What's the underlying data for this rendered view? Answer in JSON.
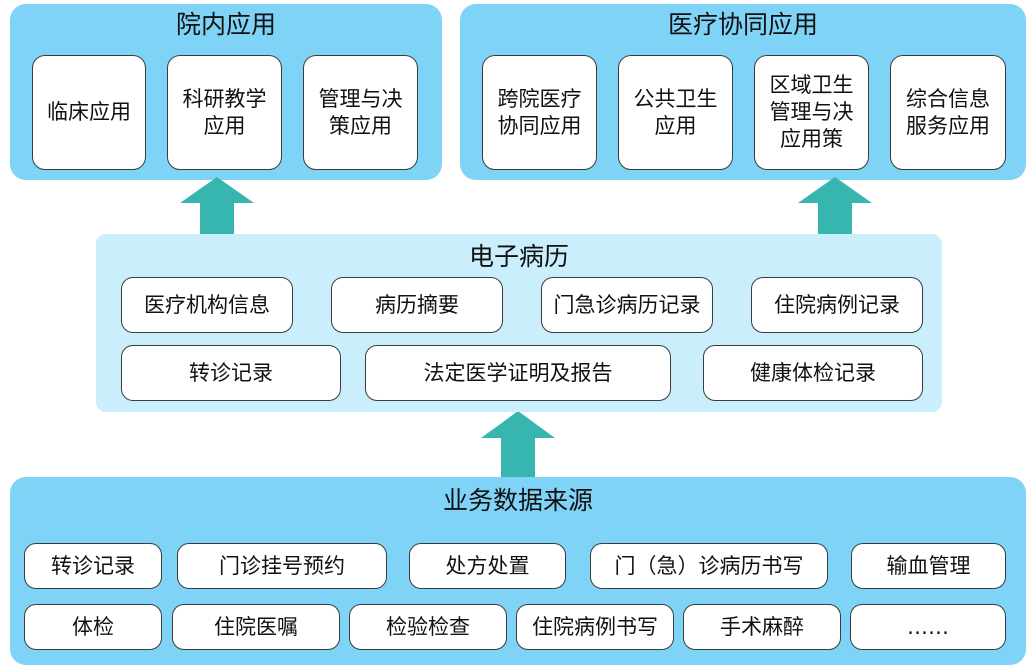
{
  "colors": {
    "panel_blue": "#7fd3f7",
    "panel_light": "#cbeefc",
    "arrow_teal": "#37b6b0"
  },
  "hospital_apps": {
    "title": "院内应用",
    "items": [
      "临床应用",
      "科研教学\n应用",
      "管理与决\n策应用"
    ]
  },
  "collab_apps": {
    "title": "医疗协同应用",
    "items": [
      "跨院医疗\n协同应用",
      "公共卫生\n应用",
      "区域卫生\n管理与决\n应用策",
      "综合信息\n服务应用"
    ]
  },
  "emr": {
    "title": "电子病历",
    "row1": [
      "医疗机构信息",
      "病历摘要",
      "门急诊病历记录",
      "住院病例记录"
    ],
    "row2": [
      "转诊记录",
      "法定医学证明及报告",
      "健康体检记录"
    ]
  },
  "sources": {
    "title": "业务数据来源",
    "row1": [
      "转诊记录",
      "门诊挂号预约",
      "处方处置",
      "门（急）诊病历书写",
      "输血管理"
    ],
    "row2": [
      "体检",
      "住院医嘱",
      "检验检查",
      "住院病例书写",
      "手术麻醉",
      "……"
    ]
  }
}
